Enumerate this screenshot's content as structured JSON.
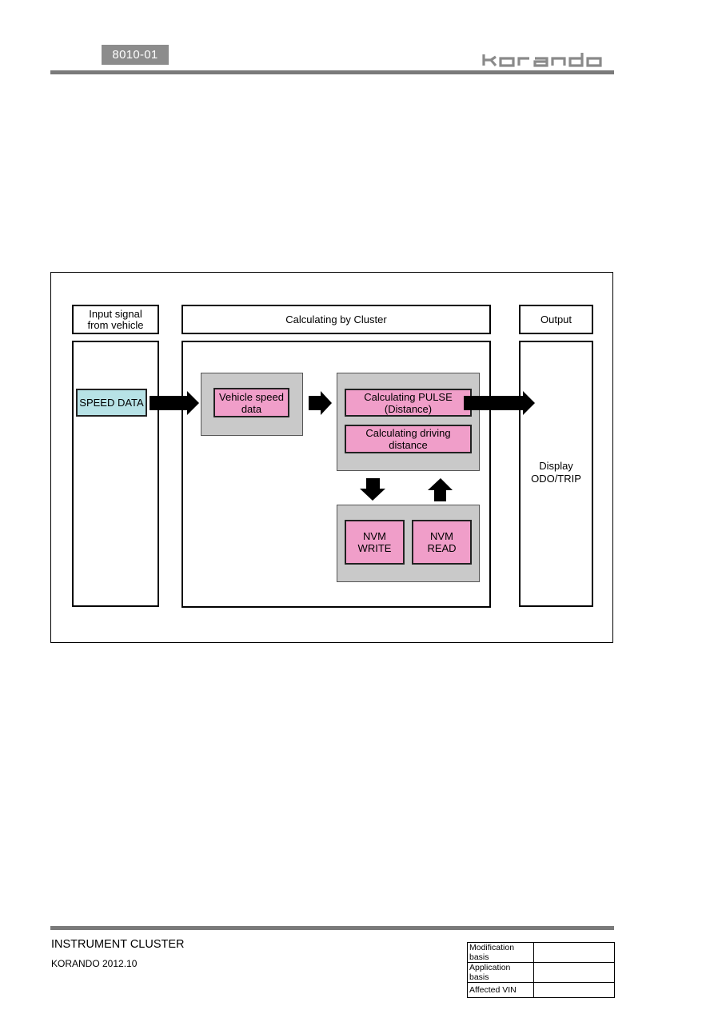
{
  "header": {
    "doc_code": "8010-01",
    "brand": "korando"
  },
  "diagram": {
    "headers": {
      "input": "Input signal\nfrom vehicle",
      "calc": "Calculating by Cluster",
      "output": "Output"
    },
    "boxes": {
      "speed_data": "SPEED DATA",
      "vehicle_speed": "Vehicle speed\ndata",
      "calc_pulse": "Calculating PULSE (Distance)",
      "calc_distance": "Calculating driving distance",
      "nvm_write": "NVM\nWRITE",
      "nvm_read": "NVM\nREAD",
      "display": "Display\nODO/TRIP"
    },
    "colors": {
      "pink": "#f09ec9",
      "cyan": "#b7e2e6",
      "gray": "#c9c9c9"
    }
  },
  "footer": {
    "title": "INSTRUMENT CLUSTER",
    "model": "KORANDO 2012.10",
    "table": [
      {
        "label": "Modification basis",
        "value": ""
      },
      {
        "label": "Application basis",
        "value": ""
      },
      {
        "label": "Affected VIN",
        "value": ""
      }
    ]
  }
}
